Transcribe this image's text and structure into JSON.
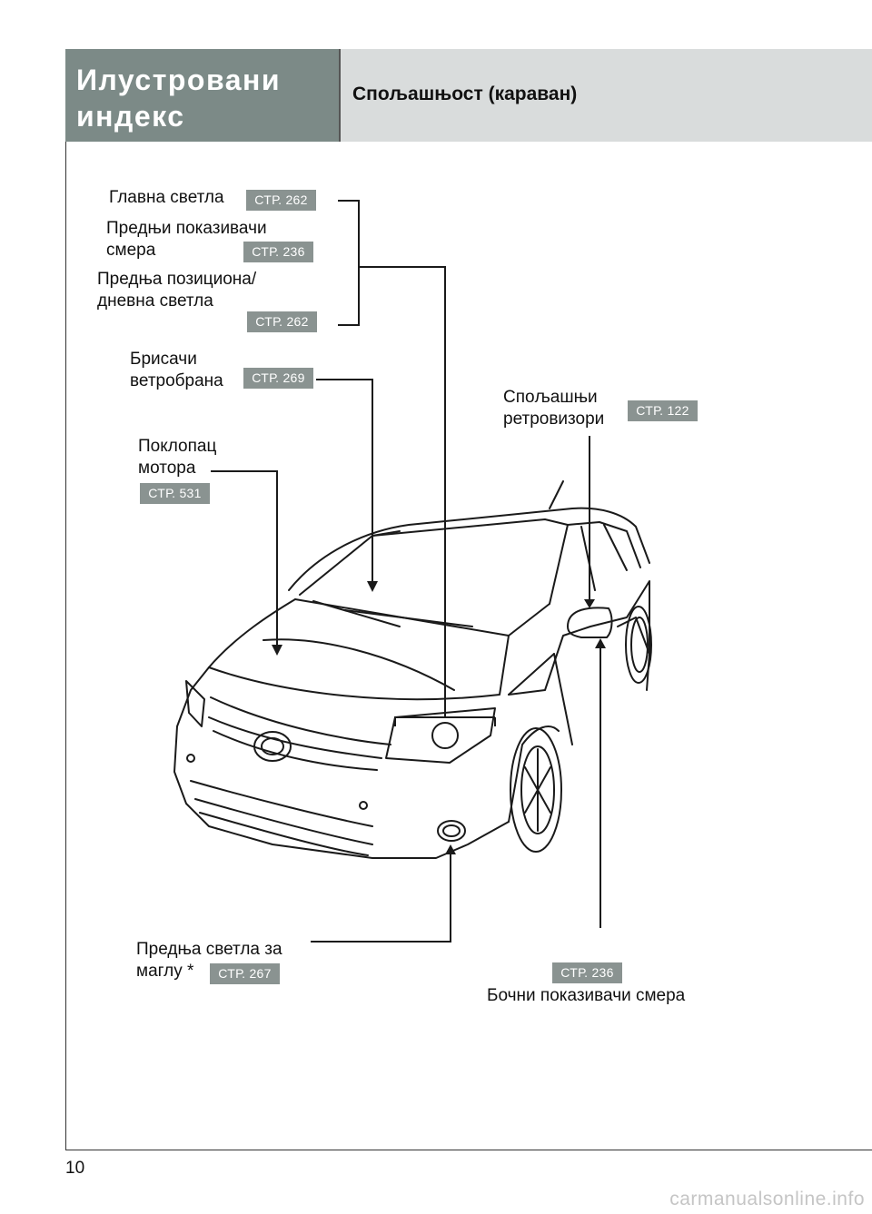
{
  "header": {
    "section_line1": "Илустровани",
    "section_line2": "индекс",
    "title": "Спољашњост (караван)"
  },
  "callouts": {
    "headlights": {
      "label": "Главна светла",
      "ref": "СТР. 262"
    },
    "front_turn": {
      "line1": "Предњи показивачи",
      "line2": "смера",
      "ref": "СТР. 236"
    },
    "front_position": {
      "line1": "Предња позициона/",
      "line2": "дневна светла",
      "ref": "СТР. 262"
    },
    "wipers": {
      "line1": "Брисачи",
      "line2": "ветробрана",
      "ref": "СТР. 269"
    },
    "hood": {
      "line1": "Поклопац",
      "line2": "мотора",
      "ref": "СТР. 531"
    },
    "mirrors": {
      "line1": "Спољашњи",
      "line2": "ретровизори",
      "ref": "СТР. 122"
    },
    "fog": {
      "line1": "Предња светла за",
      "line2": "маглу *",
      "ref": "СТР. 267"
    },
    "side_turn": {
      "label": "Бочни показивачи смера",
      "ref": "СТР. 236"
    }
  },
  "page_number": "10",
  "watermark": "carmanualsonline.info"
}
